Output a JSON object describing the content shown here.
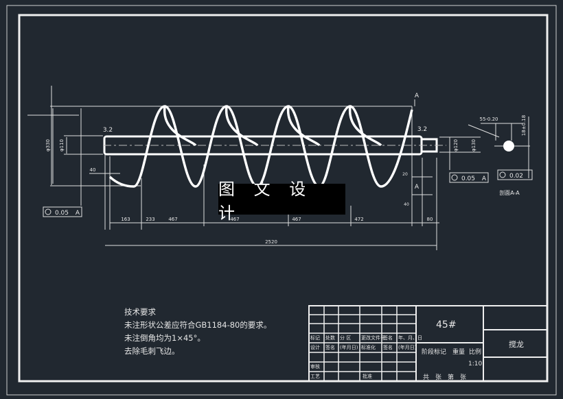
{
  "watermark": "图 文 设 计",
  "tech_requirements": {
    "title": "技术要求",
    "lines": [
      "未注形状公差应符合GB1184-80的要求。",
      "未注倒角均为1×45°。",
      "去除毛刺飞边。"
    ]
  },
  "dimensions": {
    "segments": [
      "163",
      "233",
      "467",
      "467",
      "467",
      "472",
      "80"
    ],
    "total": "2520",
    "left_40": "40",
    "right_40": "40",
    "right_20": "20",
    "dia_left_outer": "φ330",
    "dia_left_inner": "φ110",
    "dia_right_a": "φ120",
    "dia_right_b": "φ130",
    "roughness": "3.2",
    "key_depth": "55-0.20",
    "keyway": "18±0.18"
  },
  "tolerances": {
    "left": {
      "symbol": "concentricity",
      "value": "0.05",
      "datum": "A"
    },
    "right": {
      "symbol": "concentricity",
      "value": "0.05",
      "datum": "A"
    },
    "section": {
      "symbol": "symmetry",
      "value": "0.02"
    }
  },
  "section_label": "剖面A-A",
  "section_marks": [
    "A",
    "A"
  ],
  "title_block": {
    "material": "45#",
    "part_name": "搅龙",
    "row_labels_1": [
      "标记",
      "处数",
      "分 区",
      "更改文件号",
      "签名",
      "年、月、日"
    ],
    "row_labels_2": [
      "设计",
      "签名",
      "(年月日)",
      "标准化",
      "签名",
      "(年月日)"
    ],
    "row_labels_3": [
      "审核",
      "工艺",
      "批准"
    ],
    "stage_mark": "阶段标记",
    "weight": "重量",
    "scale_label": "比例",
    "scale": "1:10",
    "sheets": "共　张　第　张"
  }
}
